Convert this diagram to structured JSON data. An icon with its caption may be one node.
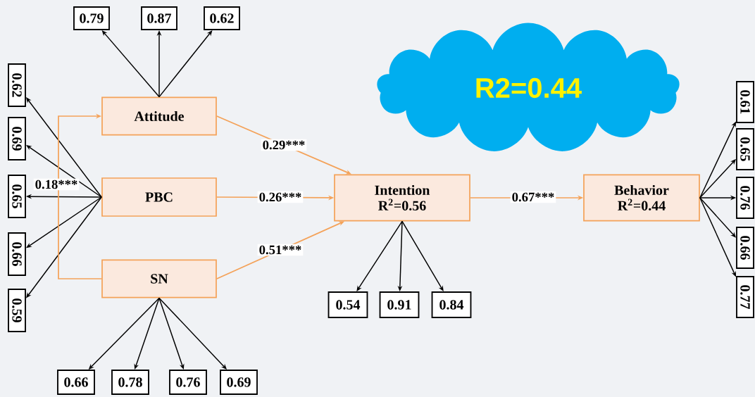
{
  "diagram": {
    "nodes": [
      {
        "text": [
          "0.79"
        ]
      },
      {
        "text": [
          "0.87"
        ]
      },
      {
        "text": [
          "0.62"
        ]
      },
      {
        "text": [
          "R2=0.44"
        ]
      },
      {
        "text": [
          "Attitude"
        ]
      },
      {
        "text": [
          "PBC"
        ]
      },
      {
        "text": [
          "SN"
        ]
      },
      {
        "text": [
          "Intention",
          "R$^{2}$=0.56"
        ]
      },
      {
        "text": [
          "Behavior",
          "R$^{2}$=0.44"
        ]
      },
      {
        "text": [
          "0.62"
        ]
      },
      {
        "text": [
          "0.69"
        ]
      },
      {
        "text": [
          "0.65"
        ]
      },
      {
        "text": [
          "0.66"
        ]
      },
      {
        "text": [
          "0.59"
        ]
      },
      {
        "text": [
          "0.61"
        ]
      },
      {
        "text": [
          "0.65"
        ]
      },
      {
        "text": [
          "0.76"
        ]
      },
      {
        "text": [
          "0.66"
        ]
      },
      {
        "text": [
          "0.77"
        ]
      },
      {
        "text": [
          "0.54"
        ]
      },
      {
        "text": [
          "0.91"
        ]
      },
      {
        "text": [
          "0.84"
        ]
      },
      {
        "text": [
          "0.66"
        ]
      },
      {
        "text": [
          "0.78"
        ]
      },
      {
        "text": [
          "0.76"
        ]
      },
      {
        "text": [
          "0.69"
        ]
      }
    ],
    "edges": [
      {
        "from": 4,
        "to": 0,
        "arrow": "to"
      },
      {
        "from": 4,
        "to": 1,
        "arrow": "to"
      },
      {
        "from": 4,
        "to": 2,
        "arrow": "to"
      },
      {
        "from": 4,
        "to": 7,
        "arrow": "to",
        "label": "0.29***",
        "color": "#f4a259"
      },
      {
        "from": 5,
        "to": 9,
        "arrow": "to"
      },
      {
        "from": 5,
        "to": 10,
        "arrow": "to"
      },
      {
        "from": 5,
        "to": 11,
        "arrow": "to"
      },
      {
        "from": 5,
        "to": 12,
        "arrow": "to"
      },
      {
        "from": 5,
        "to": 13,
        "arrow": "to"
      },
      {
        "from": 5,
        "to": 7,
        "arrow": "to",
        "label": "0.26***",
        "color": "#f4a259"
      },
      {
        "from": 6,
        "to": 4,
        "arrow": "to",
        "label": "0.18***",
        "color": "#f4a259"
      },
      {
        "from": 6,
        "to": 7,
        "arrow": "to",
        "label": "0.51***",
        "color": "#f4a259"
      },
      {
        "from": 6,
        "to": 22,
        "arrow": "to"
      },
      {
        "from": 6,
        "to": 23,
        "arrow": "to"
      },
      {
        "from": 6,
        "to": 24,
        "arrow": "to"
      },
      {
        "from": 6,
        "to": 25,
        "arrow": "to"
      },
      {
        "from": 7,
        "to": 19,
        "arrow": "to"
      },
      {
        "from": 7,
        "to": 20,
        "arrow": "to"
      },
      {
        "from": 7,
        "to": 21,
        "arrow": "to"
      },
      {
        "from": 7,
        "to": 8,
        "arrow": "to",
        "label": "0.67***",
        "color": "#f4a259"
      },
      {
        "from": 8,
        "to": 14,
        "arrow": "to"
      },
      {
        "from": 8,
        "to": 15,
        "arrow": "to"
      },
      {
        "from": 8,
        "to": 16,
        "arrow": "to"
      },
      {
        "from": 8,
        "to": 17,
        "arrow": "to"
      },
      {
        "from": 8,
        "to": 18,
        "arrow": "to"
      }
    ]
  }
}
